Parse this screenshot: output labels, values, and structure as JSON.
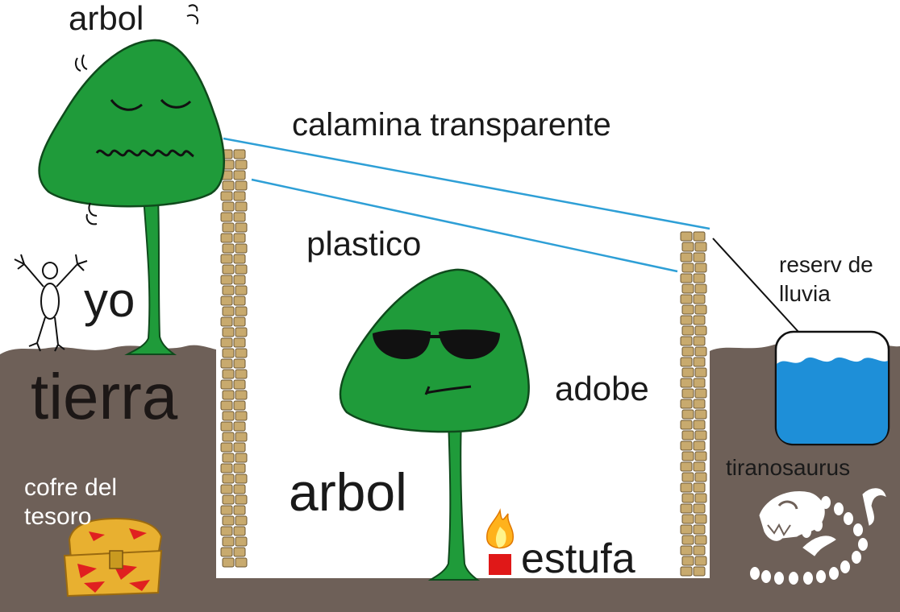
{
  "labels": {
    "tree_outside": "arbol",
    "roof": "calamina transparente",
    "plastic": "plastico",
    "me": "yo",
    "earth": "tierra",
    "tree_inside": "arbol",
    "wall": "adobe",
    "stove": "estufa",
    "rain_tank_line1": "reserv de",
    "rain_tank_line2": "lluvia",
    "dino": "tiranosaurus",
    "chest_line1": "cofre del",
    "chest_line2": "tesoro"
  },
  "colors": {
    "soil": "#6e6058",
    "tree_green": "#1f9b3a",
    "brick": "#c8aa6e",
    "roof_line": "#2e9fd6",
    "water": "#1e8fd8",
    "stove_red": "#e01818",
    "flame_yellow": "#ffd21c",
    "chest_gold": "#e8b030",
    "chest_red": "#e02020"
  },
  "icons": [
    "stick-figure-icon",
    "sunglasses-icon",
    "flame-icon",
    "treasure-chest-icon",
    "water-tank-icon",
    "dinosaur-skull-icon"
  ]
}
